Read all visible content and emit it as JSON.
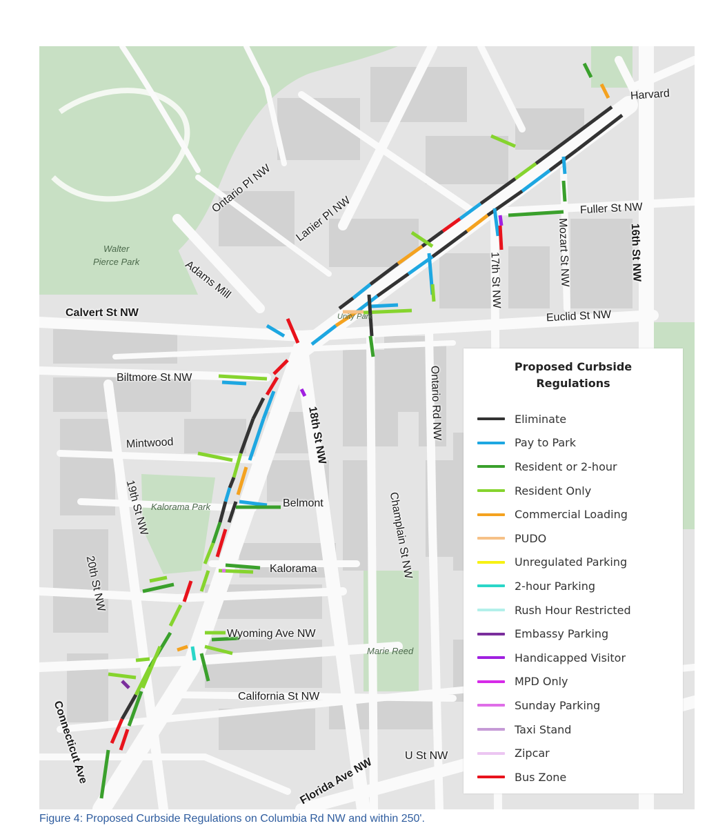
{
  "map": {
    "streets": [
      {
        "id": "harvard",
        "text": "Harvard"
      },
      {
        "id": "ontario-pl",
        "text": "Ontario Pl NW"
      },
      {
        "id": "lanier-pl",
        "text": "Lanier Pl NW"
      },
      {
        "id": "fuller-st",
        "text": "Fuller St NW"
      },
      {
        "id": "mozart-st",
        "text": "Mozart St NW"
      },
      {
        "id": "16th-st",
        "text": "16th St NW",
        "bold": true
      },
      {
        "id": "adams-mill",
        "text": "Adams Mill"
      },
      {
        "id": "calvert-st",
        "text": "Calvert St NW",
        "bold": true
      },
      {
        "id": "17th-st",
        "text": "17th St NW"
      },
      {
        "id": "euclid-st",
        "text": "Euclid St NW"
      },
      {
        "id": "biltmore-st",
        "text": "Biltmore St NW"
      },
      {
        "id": "ontario-rd",
        "text": "Ontario Rd NW"
      },
      {
        "id": "18th-st",
        "text": "18th St NW",
        "bold": true
      },
      {
        "id": "mintwood",
        "text": "Mintwood"
      },
      {
        "id": "19th-st",
        "text": "19th St NW"
      },
      {
        "id": "belmont",
        "text": "Belmont"
      },
      {
        "id": "champlain-st",
        "text": "Champlain St NW"
      },
      {
        "id": "kalorama",
        "text": "Kalorama"
      },
      {
        "id": "20th-st",
        "text": "20th St NW"
      },
      {
        "id": "wyoming-ave",
        "text": "Wyoming Ave NW"
      },
      {
        "id": "california-st",
        "text": "California St NW"
      },
      {
        "id": "connecticut-ave",
        "text": "Connecticut Ave",
        "bold": true
      },
      {
        "id": "florida-ave",
        "text": "Florida Ave NW",
        "bold": true
      },
      {
        "id": "u-st",
        "text": "U St NW"
      }
    ],
    "parks": [
      {
        "id": "walter-pierce-park",
        "lines": [
          "Walter",
          "Pierce Park"
        ]
      },
      {
        "id": "kalorama-park",
        "lines": [
          "Kalorama Park"
        ]
      },
      {
        "id": "marie-reed",
        "lines": [
          "Marie Reed"
        ]
      },
      {
        "id": "unity-park",
        "lines": [
          "Unity Park"
        ]
      }
    ],
    "colors": {
      "background": "#e4e4e4",
      "road": "#fafafa",
      "park": "#c8e0c4",
      "building": "#d2d2d2"
    }
  },
  "legend": {
    "title_line1": "Proposed Curbside",
    "title_line2": "Regulations",
    "items": [
      {
        "label": "Eliminate",
        "color": "#333333"
      },
      {
        "label": "Pay to Park",
        "color": "#1ea7e1"
      },
      {
        "label": "Resident or 2-hour",
        "color": "#3aa02c"
      },
      {
        "label": "Resident Only",
        "color": "#86d42e"
      },
      {
        "label": "Commercial Loading",
        "color": "#f4a21f"
      },
      {
        "label": "PUDO",
        "color": "#f6c187"
      },
      {
        "label": "Unregulated Parking",
        "color": "#f7f214"
      },
      {
        "label": "2-hour Parking",
        "color": "#2ad6c8"
      },
      {
        "label": "Rush Hour Restricted",
        "color": "#b3f0ea"
      },
      {
        "label": "Embassy Parking",
        "color": "#7b2e9c"
      },
      {
        "label": "Handicapped Visitor",
        "color": "#a020e0"
      },
      {
        "label": "MPD Only",
        "color": "#d62ae8"
      },
      {
        "label": "Sunday Parking",
        "color": "#df6ee8"
      },
      {
        "label": "Taxi Stand",
        "color": "#c59ad6"
      },
      {
        "label": "Zipcar",
        "color": "#ecc6f2"
      },
      {
        "label": "Bus Zone",
        "color": "#e8131c"
      }
    ]
  },
  "caption": "Figure 4: Proposed Curbside Regulations on Columbia Rd NW and within 250'."
}
